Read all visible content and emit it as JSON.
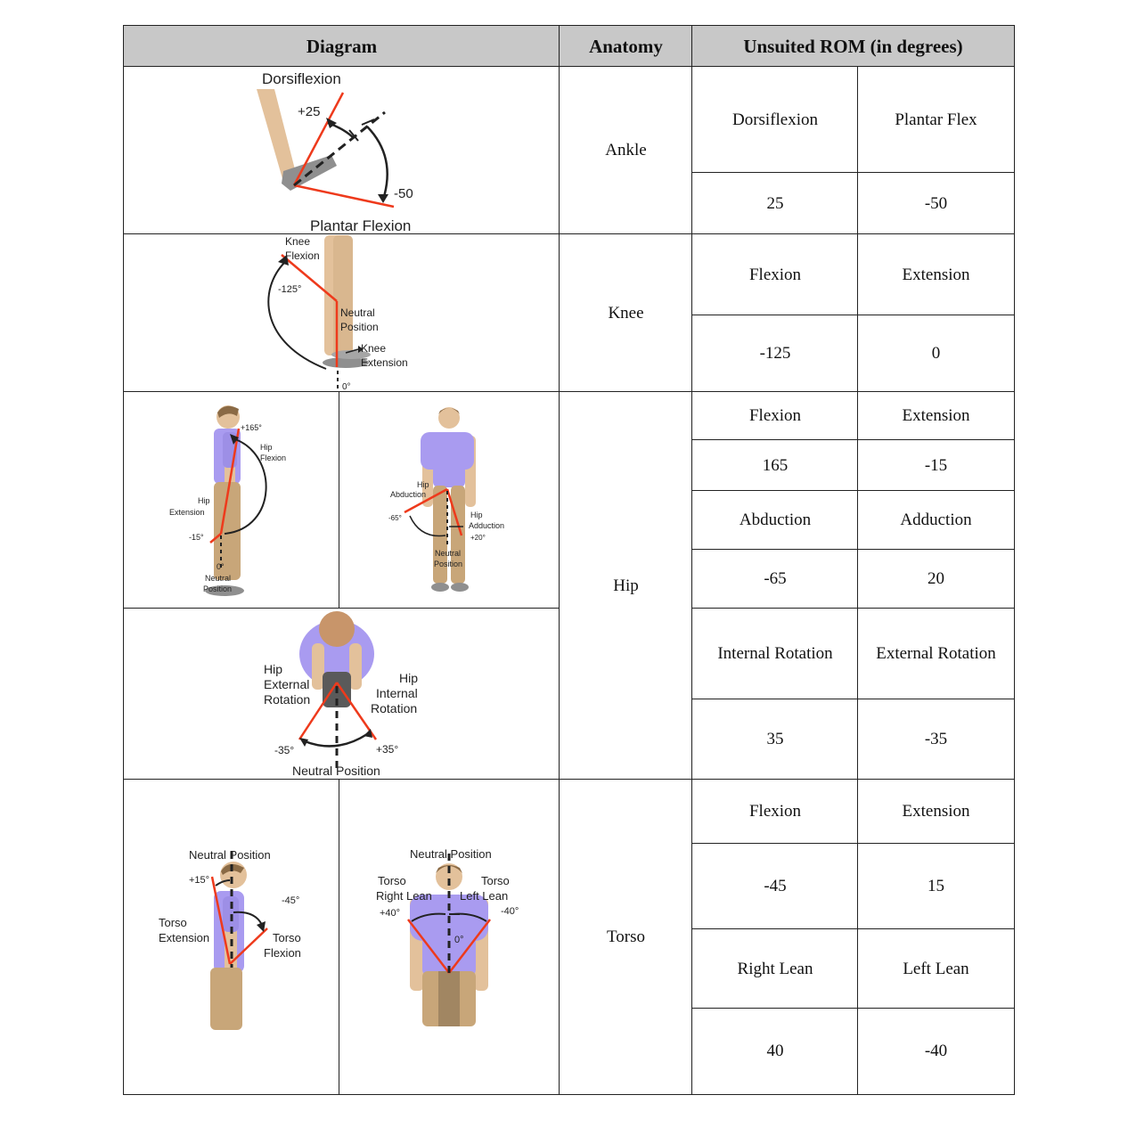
{
  "headers": {
    "diagram": "Diagram",
    "anatomy": "Anatomy",
    "rom": "Unsuited ROM (in degrees)"
  },
  "rows": {
    "ankle": {
      "anatomy": "Ankle",
      "labels": [
        "Dorsiflexion",
        "Plantar Flex"
      ],
      "values": [
        "25",
        "-50"
      ]
    },
    "knee": {
      "anatomy": "Knee",
      "labels": [
        "Flexion",
        "Extension"
      ],
      "values": [
        "-125",
        "0"
      ]
    },
    "hip": {
      "anatomy": "Hip",
      "flex_labels": [
        "Flexion",
        "Extension"
      ],
      "flex_values": [
        "165",
        "-15"
      ],
      "abd_labels": [
        "Abduction",
        "Adduction"
      ],
      "abd_values": [
        "-65",
        "20"
      ],
      "rot_labels": [
        "Internal Rotation",
        "External Rotation"
      ],
      "rot_values": [
        "35",
        "-35"
      ]
    },
    "torso": {
      "anatomy": "Torso",
      "flex_labels": [
        "Flexion",
        "Extension"
      ],
      "flex_values": [
        "-45",
        "15"
      ],
      "lean_labels": [
        "Right Lean",
        "Left Lean"
      ],
      "lean_values": [
        "40",
        "-40"
      ]
    }
  },
  "diagrams": {
    "ankle": {
      "title": "Dorsiflexion",
      "plus": "+25",
      "minus": "-50",
      "bottom": "Plantar Flexion"
    },
    "knee": {
      "flex_line1": "Knee",
      "flex_line2": "Flexion",
      "angle": "-125°",
      "neutral_line1": "Neutral",
      "neutral_line2": "Position",
      "ext_line1": "Knee",
      "ext_line2": "Extension",
      "zero": "0°"
    },
    "hip_side": {
      "plus": "+165°",
      "flex_line1": "Hip",
      "flex_line2": "Flexion",
      "ext_line1": "Hip",
      "ext_line2": "Extension",
      "minus": "-15°",
      "zero": "0°",
      "neutral_line1": "Neutral",
      "neutral_line2": "Position"
    },
    "hip_front": {
      "abd_line1": "Hip",
      "abd_line2": "Abduction",
      "minus": "-65°",
      "add_line1": "Hip",
      "add_line2": "Adduction",
      "plus": "+20°",
      "neutral_line1": "Neutral",
      "neutral_line2": "Position"
    },
    "hip_rot": {
      "ext_line1": "Hip",
      "ext_line2": "External",
      "ext_line3": "Rotation",
      "int_line1": "Hip",
      "int_line2": "Internal",
      "int_line3": "Rotation",
      "minus": "-35°",
      "plus": "+35°",
      "neutral": "Neutral Position"
    },
    "torso_side": {
      "neutral": "Neutral Position",
      "plus": "+15°",
      "minus": "-45°",
      "ext_line1": "Torso",
      "ext_line2": "Extension",
      "flex_line1": "Torso",
      "flex_line2": "Flexion"
    },
    "torso_front": {
      "neutral": "Neutral Position",
      "right_line1": "Torso",
      "right_line2": "Right Lean",
      "left_line1": "Torso",
      "left_line2": "Left Lean",
      "plus": "+40°",
      "minus": "-40°",
      "zero": "0°"
    }
  },
  "colors": {
    "header_bg": "#c8c8c8",
    "body": "#a99bf0",
    "legs": "#c8a679",
    "skin": "#e3c19b",
    "angle_line": "#ee3a1c"
  }
}
